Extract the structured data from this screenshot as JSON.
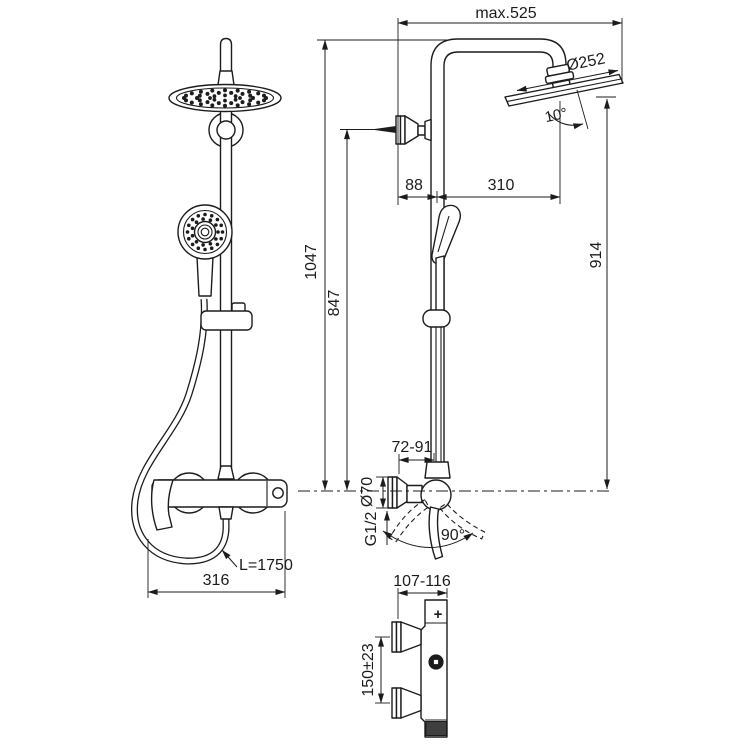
{
  "colors": {
    "ink": "#1c1c1c",
    "paper": "#ffffff"
  },
  "dims": {
    "max_width": "max.525",
    "head_diameter": "Ø252",
    "head_tilt": "10°",
    "wall_to_riser": "88",
    "riser_to_head": "310",
    "height_total": "1047",
    "height_bracket": "847",
    "height_head": "914",
    "projection_range": "72-91",
    "escutcheon_diameter": "Ø70",
    "connection_thread": "G1/2",
    "lever_swivel": "90°",
    "hose_length": "L=1750",
    "width_overall": "316",
    "depth_range": "107-116",
    "inlet_spacing": "150±23"
  },
  "symbols": {
    "hot_indicator": "+"
  }
}
